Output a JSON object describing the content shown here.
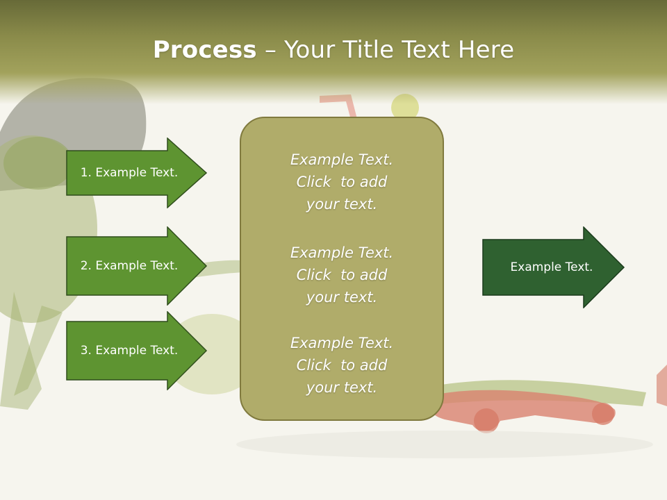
{
  "title": {
    "bold": "Process",
    "rest": " – Your Title Text Here"
  },
  "steps": [
    {
      "label": "1. Example Text."
    },
    {
      "label": "2. Example Text."
    },
    {
      "label": "3. Example Text."
    }
  ],
  "center_box": {
    "paragraphs": [
      {
        "line1": "Example Text.",
        "line2": "Click  to add",
        "line3": "your text."
      },
      {
        "line1": "Example Text.",
        "line2": "Click  to add",
        "line3": "your text."
      },
      {
        "line1": "Example Text.",
        "line2": "Click  to add",
        "line3": "your text."
      }
    ]
  },
  "result": {
    "label": "Example Text."
  },
  "colors": {
    "step_arrow_fill": "#5e9431",
    "step_arrow_stroke": "#2f4d1c",
    "result_arrow_fill": "#2f6130",
    "result_arrow_stroke": "#1a3a1b",
    "center_box_fill": "#b0ac6a",
    "title_bar": "#8a8b4a"
  }
}
